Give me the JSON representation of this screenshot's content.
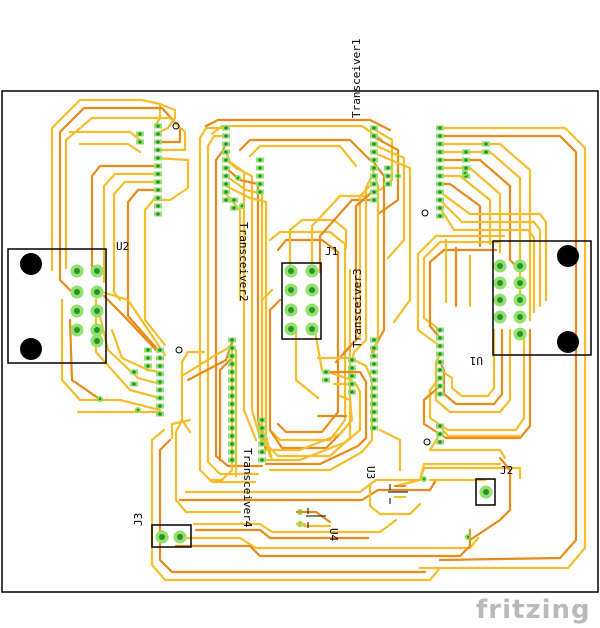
{
  "board": {
    "labels": {
      "transceiver1": "Transceiver1",
      "transceiver2": "Transceiver2",
      "transceiver3": "Transceiver3",
      "transceiver4": "Transceiver4",
      "u1": "U1",
      "u2": "U2",
      "u3": "U3",
      "u4": "U4",
      "j1": "J1",
      "j2": "J2",
      "j3": "J3"
    },
    "colors": {
      "outline": "#000000",
      "trace_top": "#f5bd2a",
      "trace_bottom": "#e88a1a",
      "pad": "#8fe26a",
      "pin": "#2f8f2f"
    }
  },
  "brand": "fritzing"
}
